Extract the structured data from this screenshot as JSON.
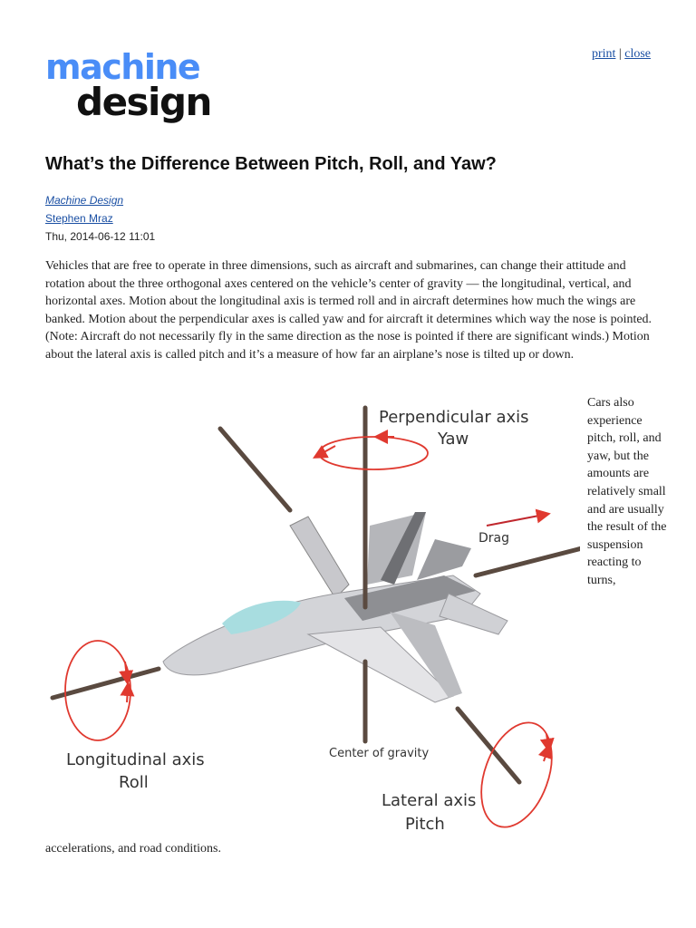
{
  "logo": {
    "line1": "machine",
    "line2": "design"
  },
  "toplinks": {
    "print": "print",
    "separator": "|",
    "close": "close"
  },
  "article": {
    "title": "What’s the Difference Between Pitch, Roll, and Yaw?",
    "publication": "Machine Design",
    "author": "Stephen Mraz",
    "date": "Thu, 2014-06-12 11:01",
    "paragraph": "Vehicles that are free to operate in three dimensions, such as aircraft and submarines, can change their attitude and rotation about the three orthogonal axes centered on the vehicle’s center of gravity — the longitudinal, vertical, and horizontal axes. Motion about the longitudinal axis is termed roll and in aircraft determines how much the wings are banked. Motion about the perpendicular axes is called yaw and for aircraft it determines which way the nose is pointed. (Note: Aircraft do not necessarily fly in the same direction as the nose is pointed if there are significant winds.) Motion about the lateral axis is called pitch and it’s a measure of how far an airplane’s nose is tilted up or down.",
    "side_text": "Cars also experience pitch, roll, and yaw, but the amounts are relatively small and are usually the result of the suspension reacting to turns,",
    "end_text": "accelerations, and road conditions."
  },
  "diagram": {
    "perpendicular_axis": "Perpendicular axis",
    "yaw": "Yaw",
    "drag": "Drag",
    "longitudinal_axis": "Longitudinal axis",
    "roll": "Roll",
    "center_of_gravity": "Center of gravity",
    "lateral_axis": "Lateral axis",
    "pitch": "Pitch"
  },
  "colors": {
    "link": "#1a4fa3",
    "logo_blue": "#4a8df7",
    "arrow_red": "#e0392f",
    "axis_brown": "#5a4a40",
    "aircraft_gray": "#c8c8cc",
    "canopy": "#a8dde0"
  }
}
